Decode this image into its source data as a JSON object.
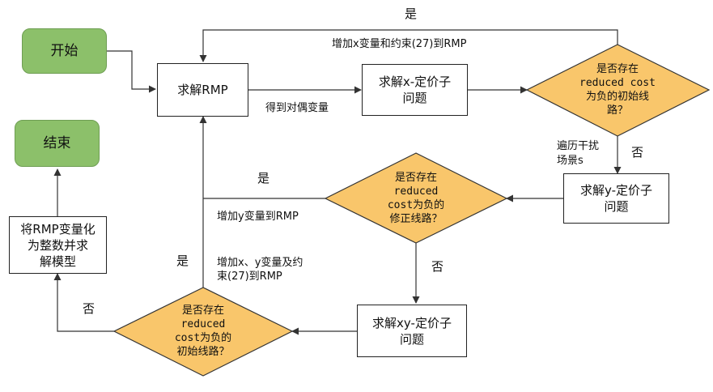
{
  "nodes": {
    "start": "开始",
    "end": "结束",
    "solve_rmp": "求解RMP",
    "solve_x": "求解x-定价子\n问题",
    "solve_y": "求解y-定价子\n问题",
    "solve_xy": "求解xy-定价子\n问题",
    "to_integer": "将RMP变量化\n为整数并求\n解模型",
    "d1": "是否存在\nreduced cost\n为负的初始线\n路？",
    "d2": "是否存在\nreduced\ncost为负的\n修正线路？",
    "d3": "是否存在\nreduced\ncost为负的\n初始线路？"
  },
  "edge_labels": {
    "yes_top": "是",
    "add_x": "增加x变量和约束(27)到RMP",
    "get_dual": "得到对偶变量",
    "traverse_1": "遍历干扰",
    "traverse_2": "场景s",
    "no_d1": "否",
    "yes_d2": "是",
    "add_y": "增加y变量到RMP",
    "no_d2": "否",
    "yes_d3": "是",
    "add_xy_1": "增加x、y变量及约",
    "add_xy_2": "束(27)到RMP",
    "no_d3": "否"
  },
  "colors": {
    "terminal_fill": "#8cc06a",
    "decision_fill": "#f9c66b",
    "line": "#333333"
  }
}
